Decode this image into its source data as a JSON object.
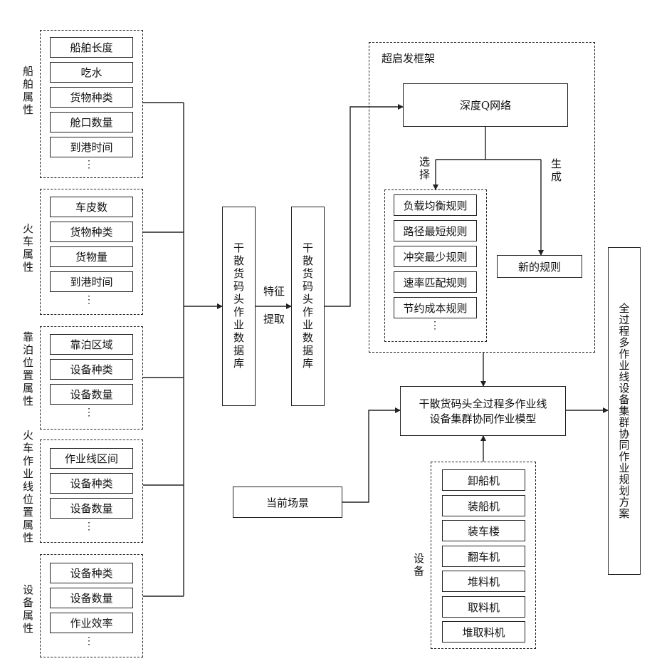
{
  "groups": [
    {
      "label": "船舶属性",
      "items": [
        "船舶长度",
        "吃水",
        "货物种类",
        "舱口数量",
        "到港时间"
      ]
    },
    {
      "label": "火车属性",
      "items": [
        "车皮数",
        "货物种类",
        "货物量",
        "到港时间"
      ]
    },
    {
      "label": "靠泊位置属性",
      "items": [
        "靠泊区域",
        "设备种类",
        "设备数量"
      ]
    },
    {
      "label": "火车作业线位置属性",
      "items": [
        "作业线区间",
        "设备种类",
        "设备数量"
      ]
    },
    {
      "label": "设备属性",
      "items": [
        "设备种类",
        "设备数量",
        "作业效率"
      ]
    }
  ],
  "ellipsis": "⋮",
  "db1": "干散货码头作业数据库",
  "db2": "干散货码头作业数据库",
  "feature_extract": [
    "特征",
    "提取"
  ],
  "hyper_label": "超启发框架",
  "dqn": "深度Q网络",
  "select_label": "选择",
  "generate_label": "生成",
  "rules": [
    "负载均衡规则",
    "路径最短规则",
    "冲突最少规则",
    "速率匹配规则",
    "节约成本规则"
  ],
  "new_rule": "新的规则",
  "model": [
    "干散货码头全过程多作业线",
    "设备集群协同作业模型"
  ],
  "current_scene": "当前场景",
  "equipment_label": "设备",
  "equipment": [
    "卸船机",
    "装船机",
    "装车楼",
    "翻车机",
    "堆料机",
    "取料机",
    "堆取料机"
  ],
  "output": "全过程多作业线设备集群协同作业规划方案"
}
